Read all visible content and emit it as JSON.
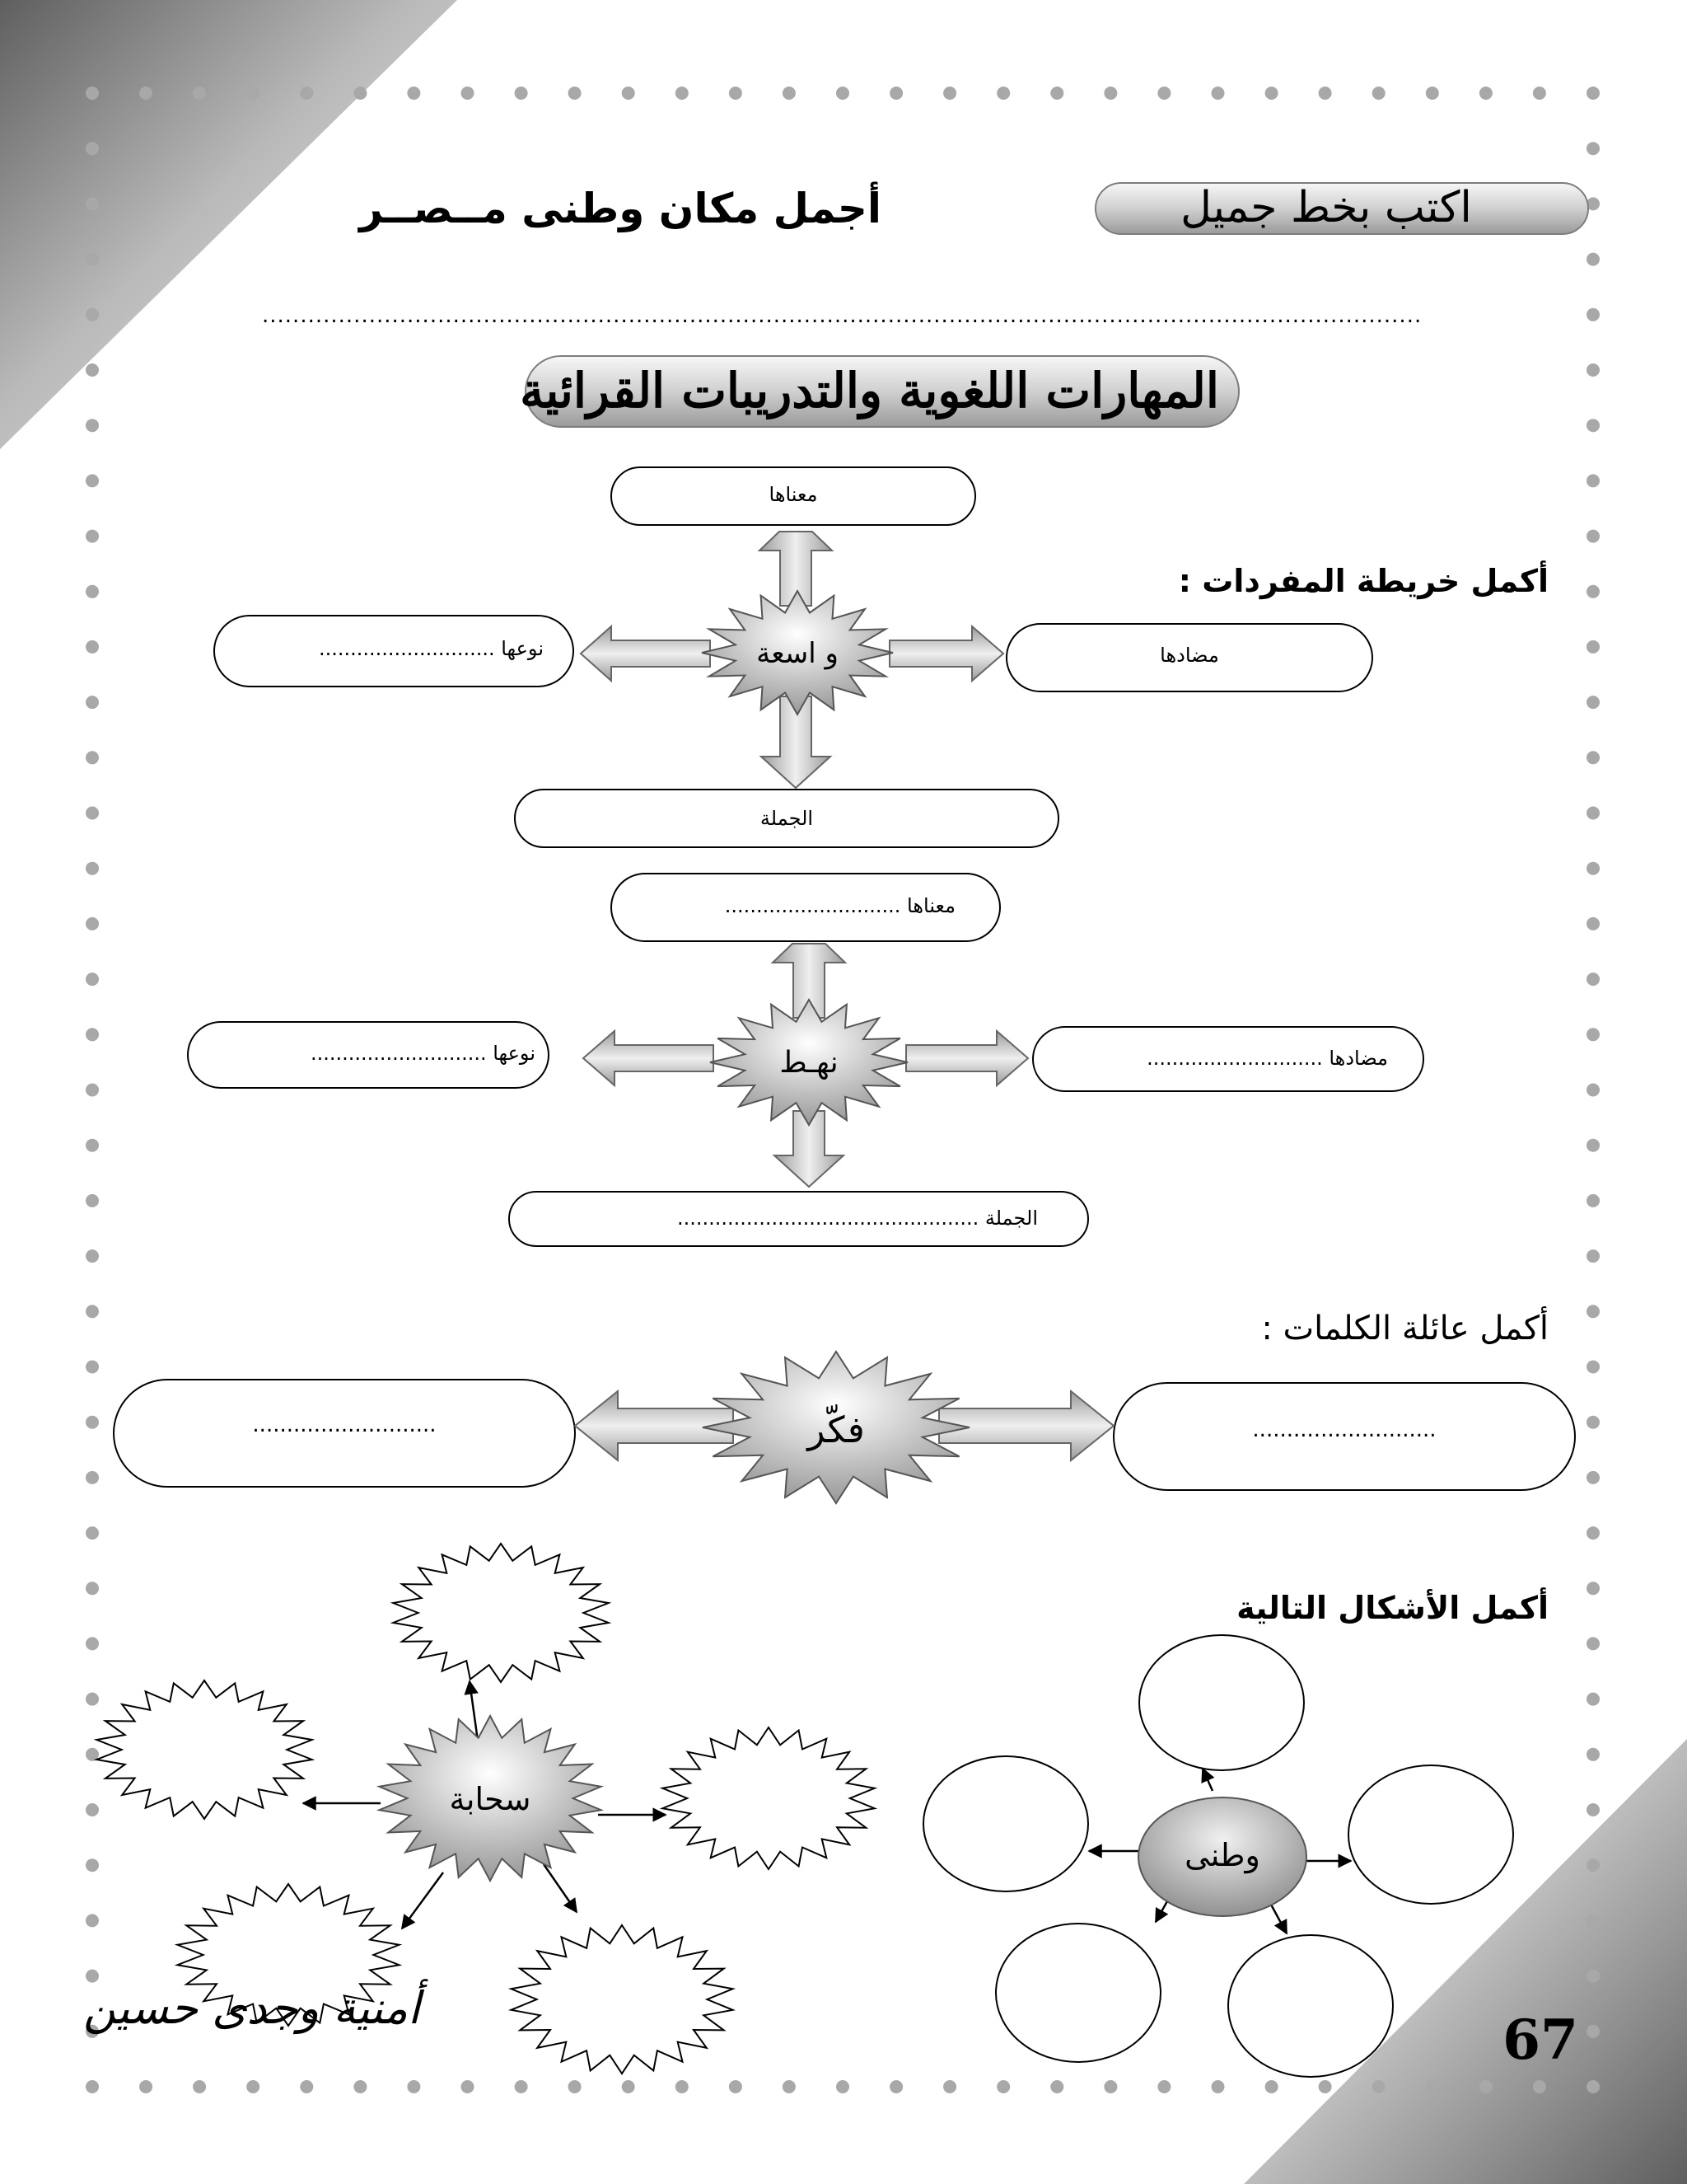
{
  "header": {
    "banner_label": "اكتب بخط جميل",
    "sentence": "أجمل مكان وطنى مــصــر",
    "writing_line": "................................................................................................................................................................."
  },
  "section_title": "المهارات اللغوية والتدريبات القرائية",
  "vocab_map": {
    "instruction": "أكمل خريطة المفردات :",
    "map1": {
      "center": "و اسعة",
      "meaning": "معناها",
      "type": "نوعها ............................",
      "antonym": "مضادها",
      "sentence": "الجملة"
    },
    "map2": {
      "center": "نهـط",
      "meaning": "معناها ............................",
      "type": "نوعها   ............................",
      "antonym": "مضادها ............................",
      "sentence": "الجملة   ................................................"
    }
  },
  "word_family": {
    "instruction": "أكمل عائلة الكلمات :",
    "center": "فكّر",
    "right_blank": "...........................",
    "left_blank": "..........................."
  },
  "shapes": {
    "instruction": "أكمل الأشكال التالية",
    "circle_center": "وطنى",
    "star_center": "سحابة"
  },
  "footer": {
    "signature": "أمنية وجدى حسين",
    "page_number": "67"
  },
  "colors": {
    "ink": "#000000",
    "dots": "#a8a8a8",
    "corner_dark": "#6e6e6e",
    "corner_light": "#eeeeee"
  }
}
